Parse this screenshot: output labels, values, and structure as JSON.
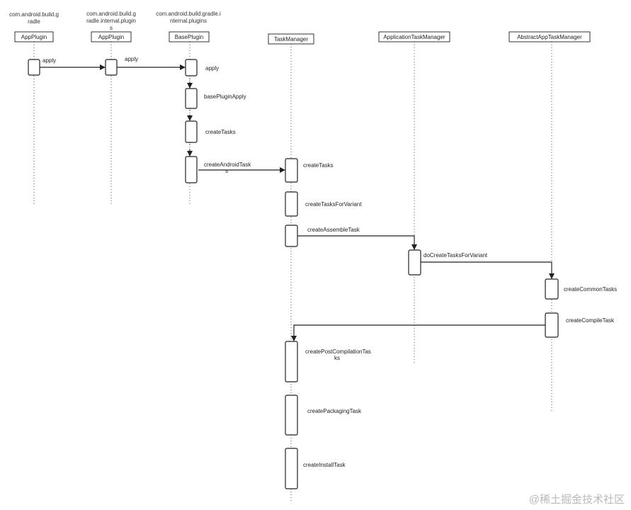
{
  "watermark": "@稀土掘金技术社区",
  "participants": [
    {
      "id": "p1",
      "name": "AppPlugin",
      "package": [
        "com.android.build.g",
        "radle"
      ]
    },
    {
      "id": "p2",
      "name": "AppPlugin",
      "package": [
        "com.android.build.g",
        "radle.internal.plugin",
        "s"
      ]
    },
    {
      "id": "p3",
      "name": "BasePlugin",
      "package": [
        "com.android.build.gradle.i",
        "nternal.plugins"
      ]
    },
    {
      "id": "p4",
      "name": "TaskManager",
      "package": []
    },
    {
      "id": "p5",
      "name": "ApplicationTaskManager",
      "package": []
    },
    {
      "id": "p6",
      "name": "AbstractAppTaskManager",
      "package": []
    }
  ],
  "messages": [
    {
      "id": "m1",
      "from": "p1",
      "to": "p2",
      "lines": [
        "apply"
      ]
    },
    {
      "id": "m2",
      "from": "p2",
      "to": "p3",
      "lines": [
        "apply"
      ]
    },
    {
      "id": "m3",
      "from": "p3",
      "to": "p3",
      "lines": [
        "apply"
      ]
    },
    {
      "id": "m4",
      "from": "p3",
      "to": "p3",
      "lines": [
        "basePluginApply"
      ]
    },
    {
      "id": "m5",
      "from": "p3",
      "to": "p3",
      "lines": [
        "createTasks"
      ]
    },
    {
      "id": "m6",
      "from": "p3",
      "to": "p4",
      "lines": [
        "createAndroidTask",
        "s"
      ]
    },
    {
      "id": "m7",
      "from": "p4",
      "to": "p4",
      "lines": [
        "createTasks"
      ]
    },
    {
      "id": "m8",
      "from": "p4",
      "to": "p4",
      "lines": [
        "createTasksForVariant"
      ]
    },
    {
      "id": "m9",
      "from": "p4",
      "to": "p5",
      "lines": [
        "createAssembleTask"
      ]
    },
    {
      "id": "m10",
      "from": "p5",
      "to": "p6",
      "lines": [
        "doCreateTasksForVariant"
      ]
    },
    {
      "id": "m11",
      "from": "p6",
      "to": "p6",
      "lines": [
        "createCommonTasks"
      ]
    },
    {
      "id": "m12",
      "from": "p6",
      "to": "p4",
      "lines": [
        "createCompileTask"
      ]
    },
    {
      "id": "m13",
      "from": "p4",
      "to": "p4",
      "lines": [
        "createPostCompilationTas",
        "ks"
      ]
    },
    {
      "id": "m14",
      "from": "p4",
      "to": "p4",
      "lines": [
        "createPackagingTask"
      ]
    },
    {
      "id": "m15",
      "from": "p4",
      "to": "p4",
      "lines": [
        "createInstallTask"
      ]
    }
  ]
}
